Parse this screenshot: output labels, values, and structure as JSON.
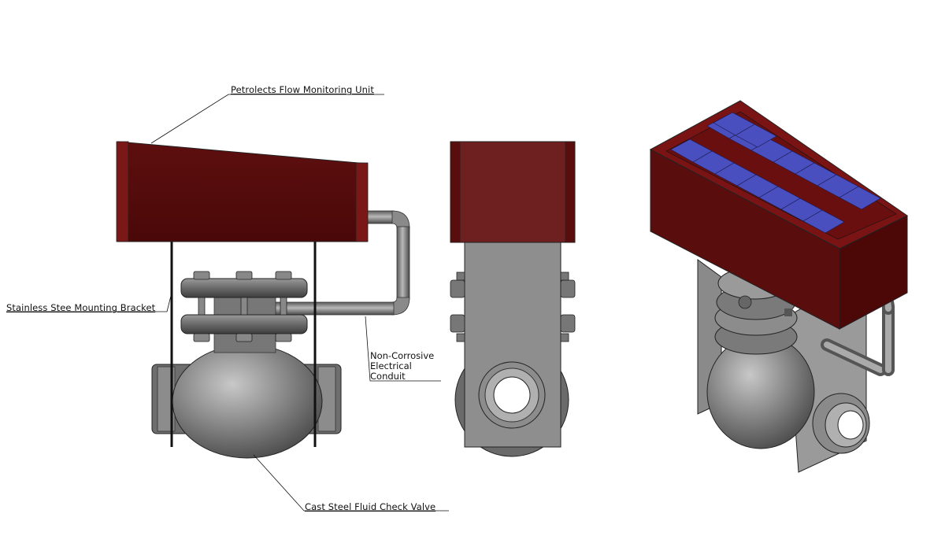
{
  "labels": {
    "monitoring_unit": "Petrolects Flow Monitoring Unit",
    "mounting_bracket": "Stainless Stee Mounting Bracket",
    "conduit_line1": "Non-Corrosive",
    "conduit_line2": "Electrical",
    "conduit_line3": "Conduit",
    "check_valve": "Cast Steel Fluid Check Valve"
  },
  "colors": {
    "housing": "#5a0d0d",
    "housing_side": "#6e1c1c",
    "steel": "#8a8a8a",
    "solar": "#4a4fc0"
  }
}
